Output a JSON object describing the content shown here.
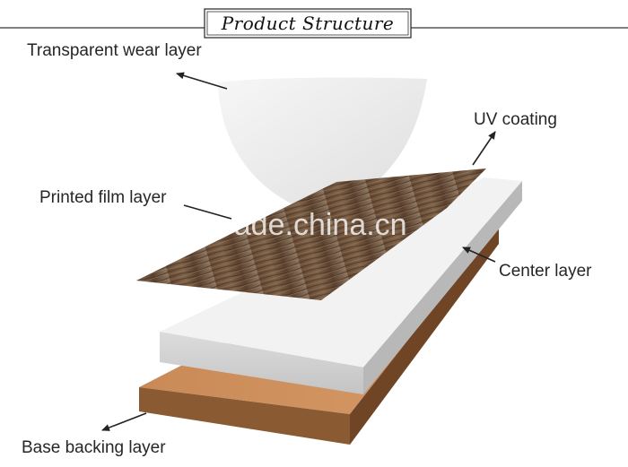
{
  "title": "Product Structure",
  "watermark": "trade.china.cn",
  "labels": {
    "wear_layer": "Transparent wear layer",
    "uv_coating": "UV coating",
    "printed_film": "Printed film layer",
    "center_layer": "Center layer",
    "base_backing": "Base backing layer"
  },
  "colors": {
    "wood_dark": "#5b4330",
    "wood_light": "#9a8068",
    "core_top": "#f0f0f0",
    "core_front": "#d4d4d4",
    "base_top": "#c9895a",
    "base_front": "#8a5b33",
    "wear_film": "#ececec"
  }
}
